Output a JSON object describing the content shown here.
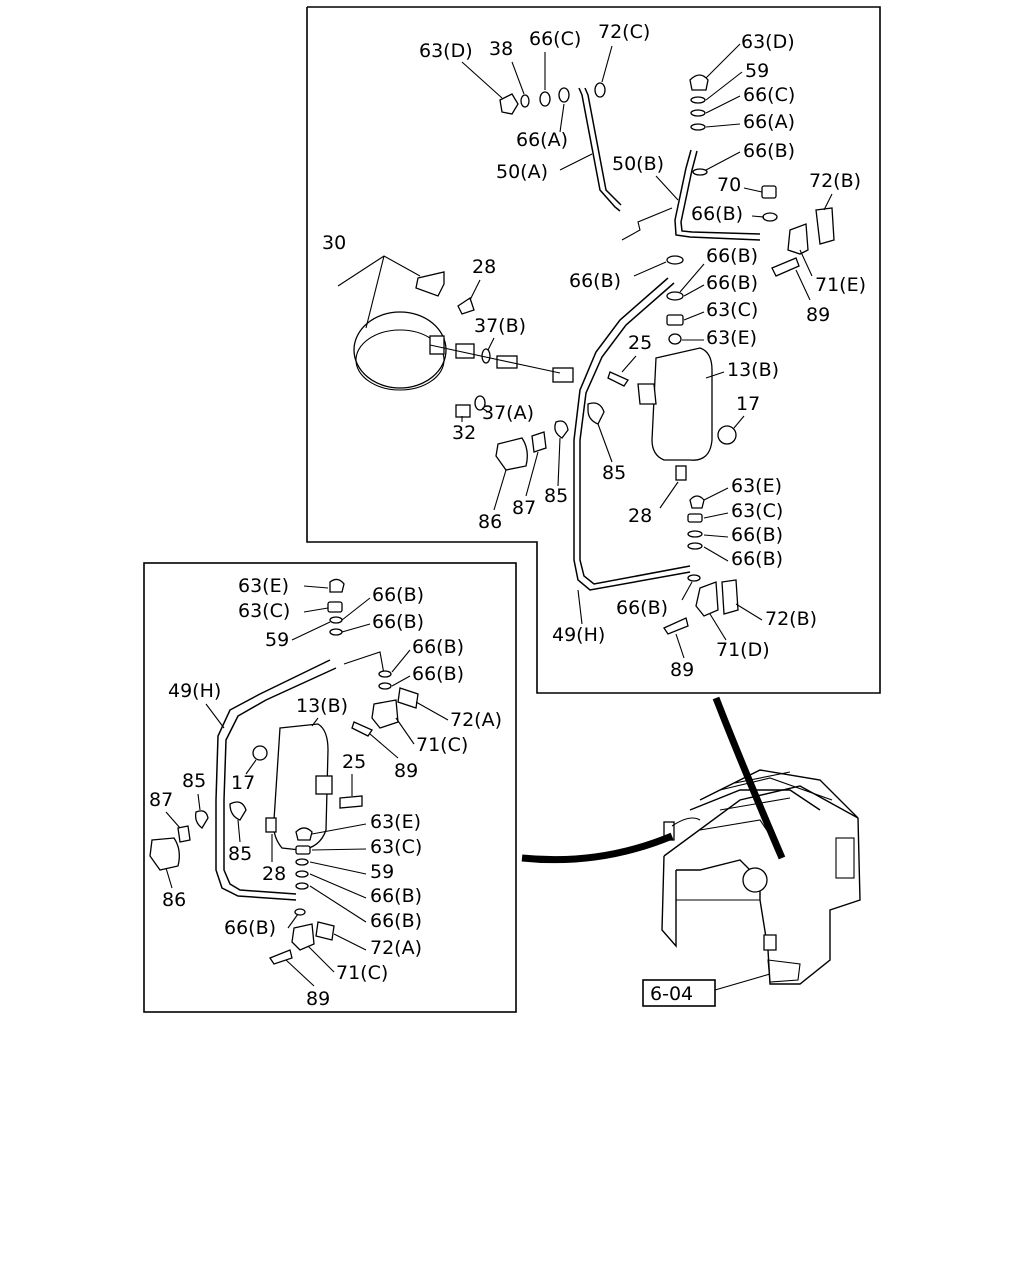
{
  "diagram": {
    "reference_box": "6-04",
    "main_view_labels": {
      "l63D_a": "63(D)",
      "l38": "38",
      "l66C_a": "66(C)",
      "l72C": "72(C)",
      "l63D_b": "63(D)",
      "l59_a": "59",
      "l66C_b": "66(C)",
      "l66A_a": "66(A)",
      "l66A_b": "66(A)",
      "l50A": "50(A)",
      "l50B": "50(B)",
      "l66B_a": "66(B)",
      "l70": "70",
      "l72B_a": "72(B)",
      "l66B_b": "66(B)",
      "l30": "30",
      "l28_a": "28",
      "l66B_c": "66(B)",
      "l66B_d": "66(B)",
      "l66B_e": "66(B)",
      "l71E": "71(E)",
      "l89_a": "89",
      "l63C_a": "63(C)",
      "l63E_a": "63(E)",
      "l37B": "37(B)",
      "l25_a": "25",
      "l13B_a": "13(B)",
      "l37A": "37(A)",
      "l32": "32",
      "l17_a": "17",
      "l85_a": "85",
      "l85_b": "85",
      "l86_a": "86",
      "l87_a": "87",
      "l28_b": "28",
      "l63E_b": "63(E)",
      "l63C_b": "63(C)",
      "l66B_f": "66(B)",
      "l66B_g": "66(B)",
      "l66B_h": "66(B)",
      "l72B_b": "72(B)",
      "l49H_a": "49(H)",
      "l71D": "71(D)",
      "l89_b": "89"
    },
    "inset_view_labels": {
      "i63E_a": "63(E)",
      "i63C_a": "63(C)",
      "i59_a": "59",
      "i66B_a": "66(B)",
      "i66B_b": "66(B)",
      "i66B_c": "66(B)",
      "i66B_d": "66(B)",
      "i49H": "49(H)",
      "i13B": "13(B)",
      "i72A_a": "72(A)",
      "i71C_a": "71(C)",
      "i25": "25",
      "i89_a": "89",
      "i85_a": "85",
      "i17": "17",
      "i87": "87",
      "i63E_b": "63(E)",
      "i63C_b": "63(C)",
      "i85_b": "85",
      "i28": "28",
      "i59_b": "59",
      "i66B_e": "66(B)",
      "i66B_f": "66(B)",
      "i86": "86",
      "i66B_g": "66(B)",
      "i72A_b": "72(A)",
      "i71C_b": "71(C)",
      "i89_b": "89"
    }
  }
}
